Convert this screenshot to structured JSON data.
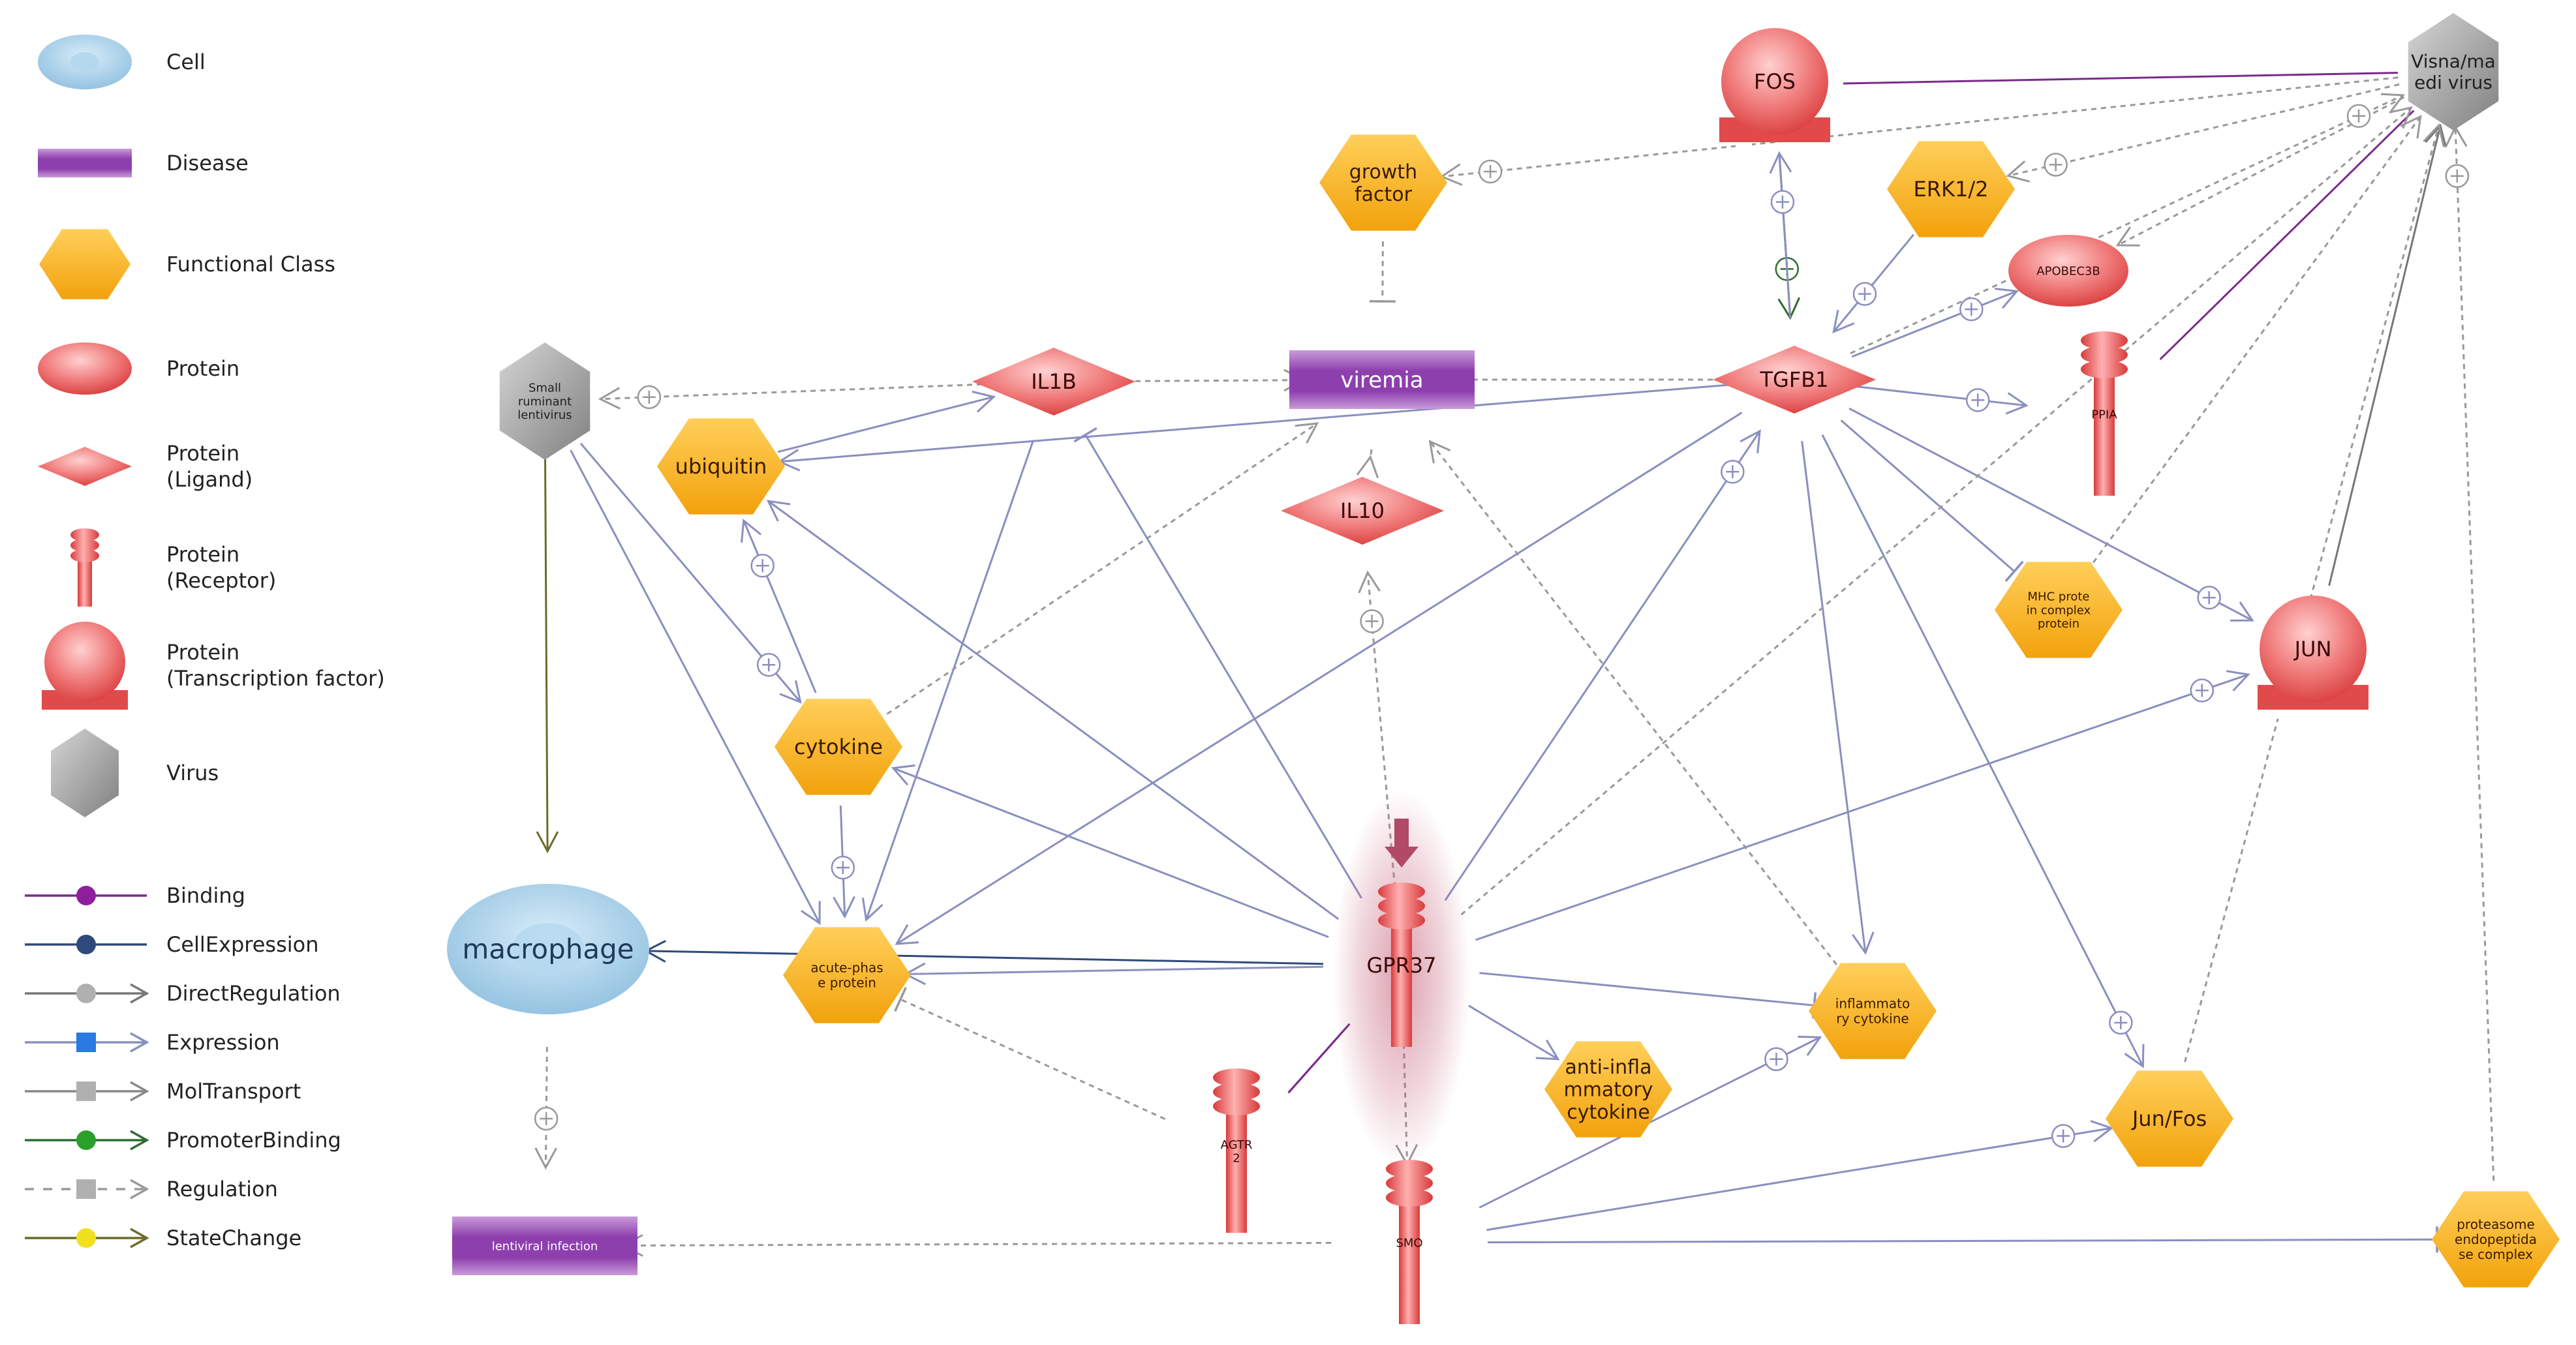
{
  "legend": {
    "node_types": [
      {
        "key": "cell",
        "label": "Cell"
      },
      {
        "key": "disease",
        "label": "Disease"
      },
      {
        "key": "functional",
        "label": "Functional Class"
      },
      {
        "key": "protein",
        "label": "Protein"
      },
      {
        "key": "ligand",
        "label": "Protein\n(Ligand)"
      },
      {
        "key": "receptor",
        "label": "Protein\n(Receptor)"
      },
      {
        "key": "tf",
        "label": "Protein\n(Transcription factor)"
      },
      {
        "key": "virus",
        "label": "Virus"
      }
    ],
    "edge_types": [
      {
        "key": "binding",
        "label": "Binding",
        "color": "#7a2a8a",
        "marker": "circle",
        "marker_color": "#8e1f9c"
      },
      {
        "key": "cellexpression",
        "label": "CellExpression",
        "color": "#2f4a7a",
        "marker": "circle",
        "marker_color": "#2f4a7a"
      },
      {
        "key": "directregulation",
        "label": "DirectRegulation",
        "color": "#777777",
        "marker": "circle",
        "marker_color": "#b0b0b0"
      },
      {
        "key": "expression",
        "label": "Expression",
        "color": "#8a8fbf",
        "marker": "square",
        "marker_color": "#2a7ae0"
      },
      {
        "key": "moltransport",
        "label": "MolTransport",
        "color": "#888888",
        "marker": "square",
        "marker_color": "#b0b0b0"
      },
      {
        "key": "promoterbinding",
        "label": "PromoterBinding",
        "color": "#2f6b2f",
        "marker": "circle",
        "marker_color": "#2aa02a"
      },
      {
        "key": "regulation",
        "label": "Regulation",
        "color": "#999999",
        "marker": "square",
        "marker_color": "#b0b0b0",
        "dashed": true
      },
      {
        "key": "statechange",
        "label": "StateChange",
        "color": "#6b6b2a",
        "marker": "circle",
        "marker_color": "#f0e020"
      }
    ]
  },
  "nodes": [
    {
      "id": "fos",
      "type": "tf",
      "label": "FOS"
    },
    {
      "id": "visna",
      "type": "virus",
      "label": "Visna/ma\nedi virus"
    },
    {
      "id": "growth",
      "type": "functional",
      "label": "growth\nfactor"
    },
    {
      "id": "erk",
      "type": "functional",
      "label": "ERK1/2"
    },
    {
      "id": "apobec",
      "type": "protein",
      "label": "APOBEC3B"
    },
    {
      "id": "small",
      "type": "virus",
      "label": "Small\nruminant\nlentivirus"
    },
    {
      "id": "il1b",
      "type": "ligand",
      "label": "IL1B"
    },
    {
      "id": "viremia",
      "type": "disease",
      "label": "viremia"
    },
    {
      "id": "tgfb1",
      "type": "ligand",
      "label": "TGFB1"
    },
    {
      "id": "ppia",
      "type": "receptor",
      "label": "PPIA"
    },
    {
      "id": "ubiquitin",
      "type": "functional",
      "label": "ubiquitin"
    },
    {
      "id": "il10",
      "type": "ligand",
      "label": "IL10"
    },
    {
      "id": "mhc",
      "type": "functional",
      "label": "MHC prote\nin complex\nprotein"
    },
    {
      "id": "jun",
      "type": "tf",
      "label": "JUN"
    },
    {
      "id": "cytokine",
      "type": "functional",
      "label": "cytokine"
    },
    {
      "id": "macrophage",
      "type": "cell",
      "label": "macrophage"
    },
    {
      "id": "acute",
      "type": "functional",
      "label": "acute-phas\ne protein"
    },
    {
      "id": "gpr37",
      "type": "receptor",
      "label": "GPR37"
    },
    {
      "id": "inflam",
      "type": "functional",
      "label": "inflammato\nry cytokine"
    },
    {
      "id": "antiinfl",
      "type": "functional",
      "label": "anti-infla\nmmatory\ncytokine"
    },
    {
      "id": "junfos",
      "type": "functional",
      "label": "Jun/Fos"
    },
    {
      "id": "agtr",
      "type": "receptor",
      "label": "AGTR\n2"
    },
    {
      "id": "smo",
      "type": "receptor",
      "label": "SMO"
    },
    {
      "id": "lenti",
      "type": "disease",
      "label": "lentiviral infection"
    },
    {
      "id": "proteasome",
      "type": "functional",
      "label": "proteasome\nendopeptida\nse complex"
    }
  ],
  "edges": [
    {
      "from": "fos",
      "to": "visna",
      "kind": "binding"
    },
    {
      "from": "fos",
      "to": "tgfb1",
      "kind": "promoterbinding",
      "sign": "+"
    },
    {
      "from": "tgfb1",
      "to": "fos",
      "kind": "expression",
      "sign": "+"
    },
    {
      "from": "visna",
      "to": "erk",
      "kind": "regulation",
      "sign": "+"
    },
    {
      "from": "visna",
      "to": "apobec",
      "kind": "regulation"
    },
    {
      "from": "ppia",
      "to": "visna",
      "kind": "binding"
    },
    {
      "from": "visna",
      "to": "growth",
      "kind": "regulation",
      "sign": "+"
    },
    {
      "from": "jun",
      "to": "visna",
      "kind": "directregulation"
    },
    {
      "from": "junfos",
      "to": "visna",
      "kind": "regulation"
    },
    {
      "from": "tgfb1",
      "to": "visna",
      "kind": "regulation",
      "sign": "+"
    },
    {
      "from": "proteasome",
      "to": "visna",
      "kind": "regulation",
      "sign": "+"
    },
    {
      "from": "mhc",
      "to": "visna",
      "kind": "regulation"
    },
    {
      "from": "growth",
      "to": "viremia",
      "kind": "regulation",
      "sign": "-"
    },
    {
      "from": "erk",
      "to": "tgfb1",
      "kind": "expression",
      "sign": "+"
    },
    {
      "from": "tgfb1",
      "to": "apobec",
      "kind": "expression",
      "sign": "+"
    },
    {
      "from": "tgfb1",
      "to": "ppia",
      "kind": "expression",
      "sign": "+"
    },
    {
      "from": "tgfb1",
      "to": "viremia",
      "kind": "regulation",
      "sign": "-"
    },
    {
      "from": "tgfb1",
      "to": "mhc",
      "kind": "expression",
      "sign": "-"
    },
    {
      "from": "tgfb1",
      "to": "jun",
      "kind": "expression",
      "sign": "+"
    },
    {
      "from": "tgfb1",
      "to": "inflam",
      "kind": "expression"
    },
    {
      "from": "tgfb1",
      "to": "junfos",
      "kind": "expression",
      "sign": "+"
    },
    {
      "from": "tgfb1",
      "to": "acute",
      "kind": "expression"
    },
    {
      "from": "tgfb1",
      "to": "ubiquitin",
      "kind": "expression"
    },
    {
      "from": "il1b",
      "to": "small",
      "kind": "regulation",
      "sign": "+"
    },
    {
      "from": "il1b",
      "to": "viremia",
      "kind": "regulation"
    },
    {
      "from": "il1b",
      "to": "acute",
      "kind": "expression"
    },
    {
      "from": "ubiquitin",
      "to": "il1b",
      "kind": "expression"
    },
    {
      "from": "cytokine",
      "to": "viremia",
      "kind": "regulation"
    },
    {
      "from": "il10",
      "to": "viremia",
      "kind": "regulation"
    },
    {
      "from": "inflam",
      "to": "viremia",
      "kind": "regulation"
    },
    {
      "from": "gpr37",
      "to": "il10",
      "kind": "regulation",
      "sign": "+"
    },
    {
      "from": "gpr37",
      "to": "il1b",
      "kind": "expression",
      "sign": "-"
    },
    {
      "from": "gpr37",
      "to": "tgfb1",
      "kind": "expression",
      "sign": "+"
    },
    {
      "from": "gpr37",
      "to": "acute",
      "kind": "expression"
    },
    {
      "from": "gpr37",
      "to": "cytokine",
      "kind": "expression"
    },
    {
      "from": "gpr37",
      "to": "ubiquitin",
      "kind": "expression"
    },
    {
      "from": "gpr37",
      "to": "inflam",
      "kind": "expression",
      "sign": "-"
    },
    {
      "from": "gpr37",
      "to": "antiinfl",
      "kind": "expression"
    },
    {
      "from": "gpr37",
      "to": "agtr",
      "kind": "binding"
    },
    {
      "from": "gpr37",
      "to": "smo",
      "kind": "regulation"
    },
    {
      "from": "gpr37",
      "to": "visna",
      "kind": "regulation"
    },
    {
      "from": "gpr37",
      "to": "macrophage",
      "kind": "cellexpression"
    },
    {
      "from": "gpr37",
      "to": "jun",
      "kind": "expression",
      "sign": "+"
    },
    {
      "from": "small",
      "to": "macrophage",
      "kind": "statechange"
    },
    {
      "from": "small",
      "to": "acute",
      "kind": "expression"
    },
    {
      "from": "small",
      "to": "cytokine",
      "kind": "expression",
      "sign": "+"
    },
    {
      "from": "cytokine",
      "to": "ubiquitin",
      "kind": "expression",
      "sign": "+"
    },
    {
      "from": "cytokine",
      "to": "acute",
      "kind": "expression",
      "sign": "+"
    },
    {
      "from": "macrophage",
      "to": "lenti",
      "kind": "regulation",
      "sign": "+"
    },
    {
      "from": "smo",
      "to": "lenti",
      "kind": "regulation"
    },
    {
      "from": "smo",
      "to": "junfos",
      "kind": "expression",
      "sign": "+"
    },
    {
      "from": "smo",
      "to": "inflam",
      "kind": "expression",
      "sign": "+"
    },
    {
      "from": "smo",
      "to": "proteasome",
      "kind": "expression",
      "sign": "-"
    },
    {
      "from": "agtr",
      "to": "acute",
      "kind": "regulation",
      "sign": "-"
    },
    {
      "from": "agtr",
      "to": "gpr37",
      "kind": "binding"
    }
  ]
}
